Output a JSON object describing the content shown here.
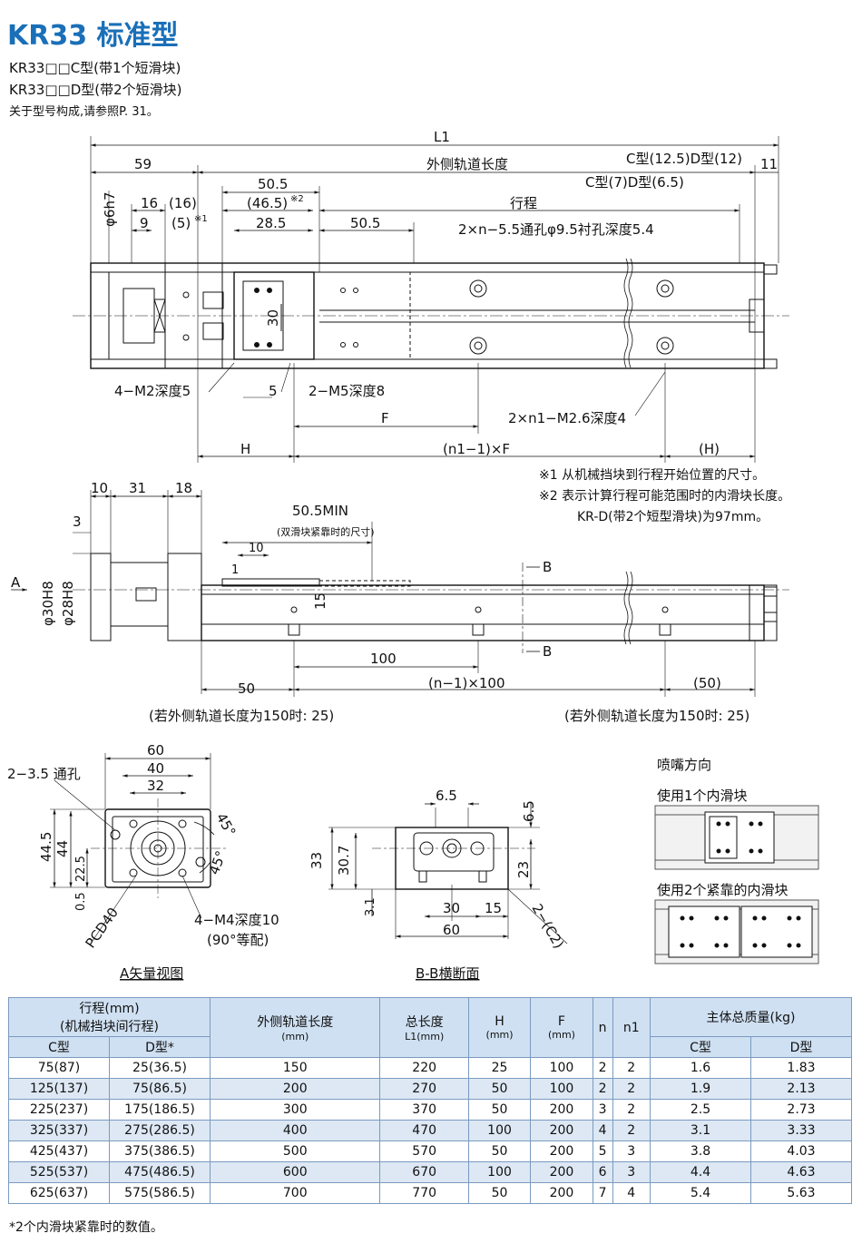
{
  "header": {
    "title": "KR33 标准型",
    "line1": "KR33□□C型(带1个短滑块)",
    "line2": "KR33□□D型(带2个短滑块)",
    "line3": "关于型号构成,请参照P. 31。"
  },
  "top_view": {
    "L1": "L1",
    "outer_track": "外侧轨道长度",
    "stroke": "行程",
    "d59": "59",
    "d11": "11",
    "phi6h7": "φ6h7",
    "d16": "16",
    "d16p": "(16)",
    "d9": "9",
    "d5p": "(5)",
    "mark1": "※1",
    "d505": "50.5",
    "d465": "(46.5)",
    "mark2": "※2",
    "d285": "28.5",
    "d505b": "50.5",
    "c_d_125": "C型(12.5)D型(12)",
    "c_d_7": "C型(7)D型(6.5)",
    "hole_note": "2×n−5.5通孔φ9.5衬孔深度5.4",
    "d30": "30",
    "m2": "4−M2深度5",
    "d5": "5",
    "m5": "2−M5深度8",
    "F": "F",
    "m26": "2×n1−M2.6深度4",
    "H": "H",
    "n1F": "(n1−1)×F",
    "Hp": "(H)"
  },
  "notes": {
    "n1": "※1  从机械挡块到行程开始位置的尺寸。",
    "n2": "※2  表示计算行程可能范围时的内滑块长度。",
    "n3": "KR-D(带2个短型滑块)为97mm。"
  },
  "side_view": {
    "d10": "10",
    "d31": "31",
    "d18": "18",
    "d3": "3",
    "min": "50.5MIN",
    "min_note": "(双滑块紧靠时的尺寸)",
    "d10b": "10",
    "d1": "1",
    "d15": "15",
    "A": "A",
    "phi30": "φ30H8",
    "phi28": "φ28H8",
    "B": "B",
    "d100": "100",
    "d50": "50",
    "n100": "(n−1)×100",
    "d50p": "(50)",
    "cap_l": "(若外侧轨道长度为150时: 25)",
    "cap_r": "(若外侧轨道长度为150时: 25)"
  },
  "end_view": {
    "d60": "60",
    "d40": "40",
    "d32": "32",
    "holes": "2−3.5 通孔",
    "d445": "44.5",
    "d44": "44",
    "d225": "22.5",
    "d05": "0.5",
    "pcd": "PCD40",
    "a45a": "45°",
    "a45b": "45°",
    "m4": "4−M4深度10",
    "eq": "(90°等配)",
    "caption": "A矢量视图"
  },
  "section_view": {
    "d65a": "6.5",
    "d65b": "6.5",
    "d33": "33",
    "d307": "30.7",
    "d23": "23",
    "d31": "3.1",
    "d30": "30",
    "d15": "15",
    "d60": "60",
    "c2": "2−(C2)",
    "caption": "B-B横断面"
  },
  "nozzle": {
    "title": "喷嘴方向",
    "one": "使用1个内滑块",
    "two": "使用2个紧靠的内滑块"
  },
  "table": {
    "h_stroke": "行程(mm)",
    "h_stroke2": "(机械挡块间行程)",
    "h_track": "外侧轨道长度",
    "h_mm": "(mm)",
    "h_total": "总长度",
    "h_total2": "L1(mm)",
    "h_H": "H",
    "h_F": "F",
    "h_n": "n",
    "h_n1": "n1",
    "h_mass": "主体总质量(kg)",
    "h_C": "C型",
    "h_D": "D型*",
    "h_mC": "C型",
    "h_mD": "D型",
    "rows": [
      [
        "75(87)",
        "25(36.5)",
        "150",
        "220",
        "25",
        "100",
        "2",
        "2",
        "1.6",
        "1.83"
      ],
      [
        "125(137)",
        "75(86.5)",
        "200",
        "270",
        "50",
        "100",
        "2",
        "2",
        "1.9",
        "2.13"
      ],
      [
        "225(237)",
        "175(186.5)",
        "300",
        "370",
        "50",
        "200",
        "3",
        "2",
        "2.5",
        "2.73"
      ],
      [
        "325(337)",
        "275(286.5)",
        "400",
        "470",
        "100",
        "200",
        "4",
        "2",
        "3.1",
        "3.33"
      ],
      [
        "425(437)",
        "375(386.5)",
        "500",
        "570",
        "50",
        "200",
        "5",
        "3",
        "3.8",
        "4.03"
      ],
      [
        "525(537)",
        "475(486.5)",
        "600",
        "670",
        "100",
        "200",
        "6",
        "3",
        "4.4",
        "4.63"
      ],
      [
        "625(637)",
        "575(586.5)",
        "700",
        "770",
        "50",
        "200",
        "7",
        "4",
        "5.4",
        "5.63"
      ]
    ],
    "footnote": "*2个内滑块紧靠时的数值。"
  }
}
